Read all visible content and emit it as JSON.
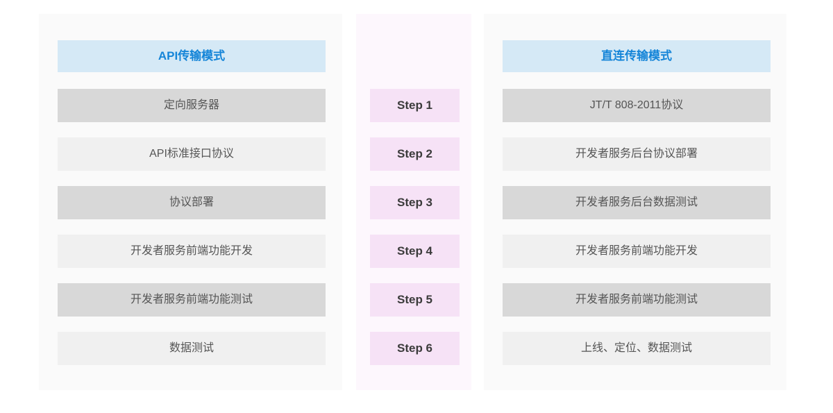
{
  "left_panel": {
    "title": "API传输模式",
    "rows": [
      "定向服务器",
      "API标准接口协议",
      "协议部署",
      "开发者服务前端功能开发",
      "开发者服务前端功能测试",
      "数据测试"
    ]
  },
  "steps_panel": {
    "rows": [
      "Step 1",
      "Step 2",
      "Step 3",
      "Step 4",
      "Step 5",
      "Step 6"
    ]
  },
  "right_panel": {
    "title": "直连传输模式",
    "rows": [
      "JT/T 808-2011协议",
      "开发者服务后台协议部署",
      "开发者服务后台数据测试",
      "开发者服务前端功能开发",
      "开发者服务前端功能测试",
      "上线、定位、数据测试"
    ]
  },
  "colors": {
    "page_bg": "#ffffff",
    "panel_bg": "#fafafa",
    "steps_panel_bg": "#fdf7fd",
    "header_bg": "#d5e9f6",
    "header_text": "#1585d8",
    "row_dark": "#d8d8d8",
    "row_light": "#f0f0f0",
    "row_text": "#555555",
    "step_bg": "#f6e2f6",
    "step_text": "#3b3b3b"
  }
}
